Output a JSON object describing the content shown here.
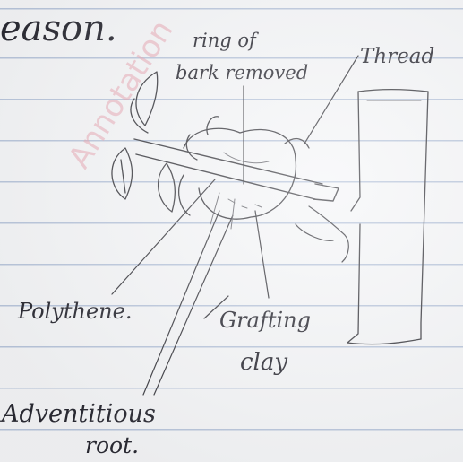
{
  "heading_fragment": "eason.",
  "labels": {
    "ring_of_bark_removed": [
      "ring of",
      "bark removed"
    ],
    "thread": "Thread",
    "polythene": "Polythene.",
    "grafting_clay": [
      "Grafting",
      "clay"
    ],
    "adventitious_root": [
      "Adventitious",
      "root."
    ]
  },
  "watermark": "Annotation",
  "colors": {
    "ink": "#2a2a33",
    "paper": "#f5f6f8",
    "rule_line": "#b9c6dc",
    "watermark": "#e7a3ae"
  }
}
